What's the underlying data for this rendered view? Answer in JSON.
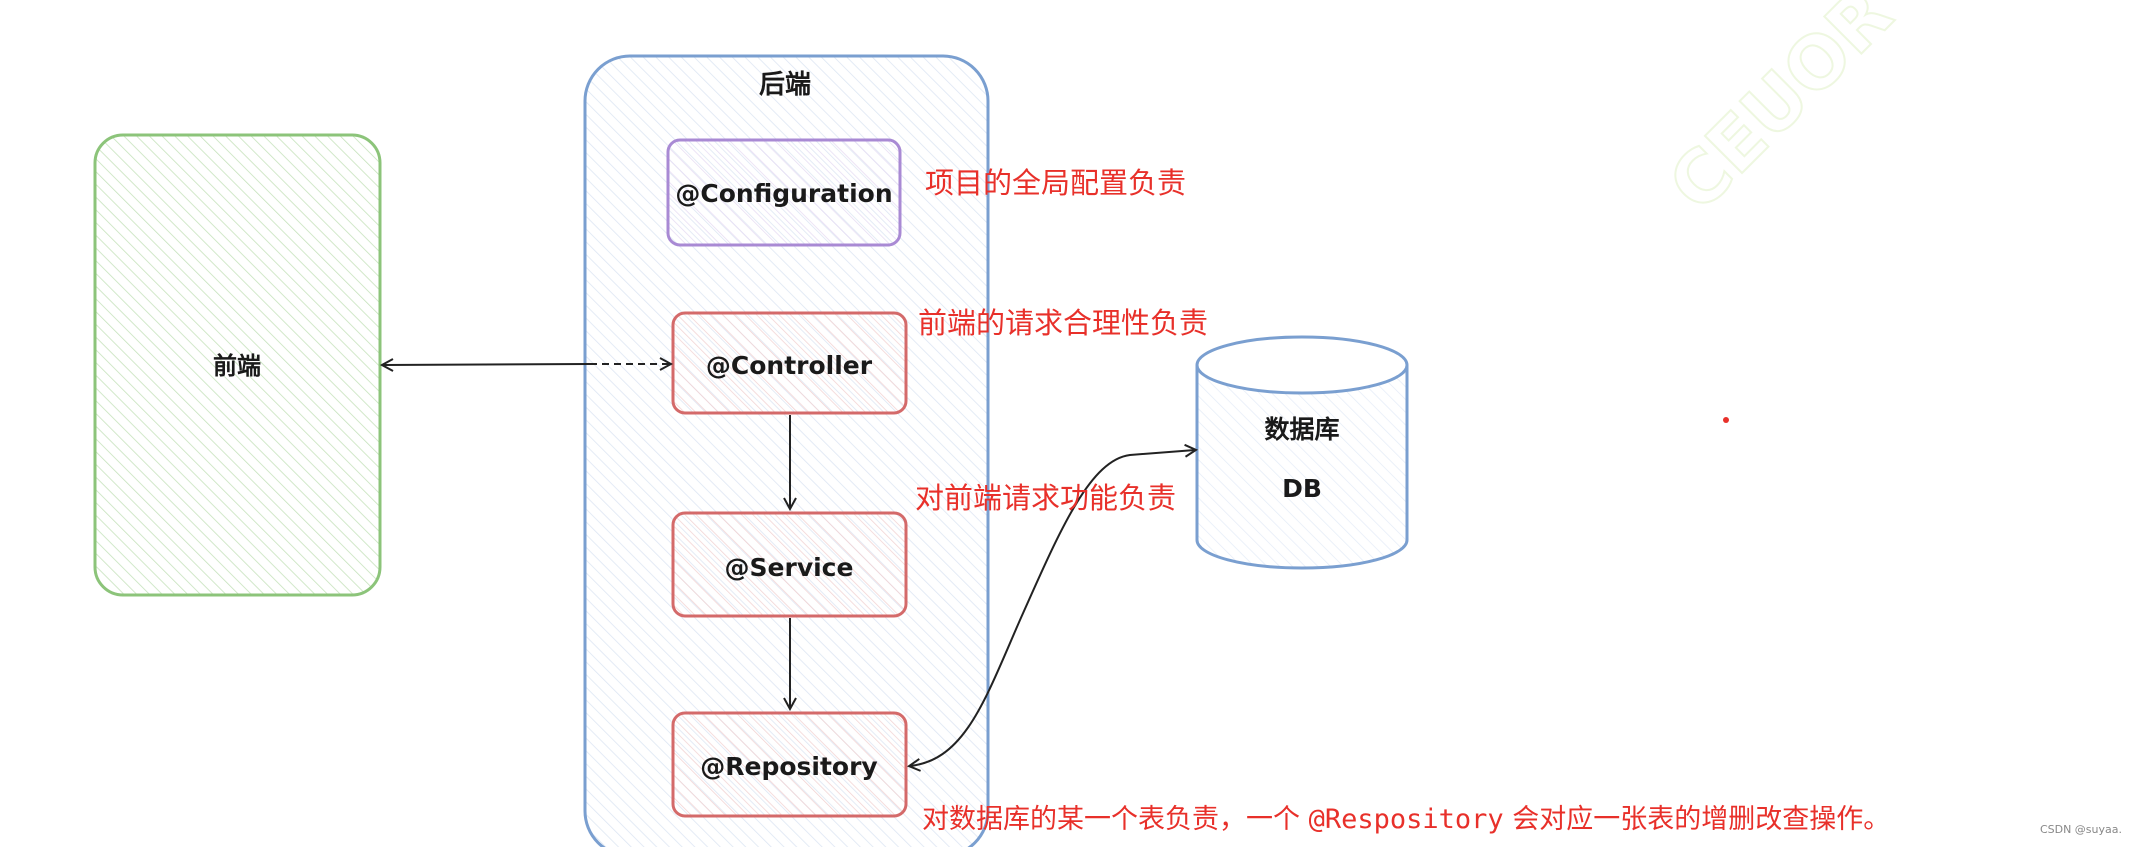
{
  "colors": {
    "frontend_stroke": "#8cc47a",
    "backend_stroke": "#7a9fd0",
    "config_stroke": "#a98ad4",
    "layer_stroke": "#d46a6a",
    "db_stroke": "#7a9fd0",
    "annotation_text": "#e8302a",
    "arrow": "#222222"
  },
  "frontend": {
    "label": "前端"
  },
  "backend": {
    "title": "后端",
    "configuration": "@Configuration",
    "controller": "@Controller",
    "service": "@Service",
    "repository": "@Repository"
  },
  "database": {
    "label": "数据库",
    "sublabel": "DB"
  },
  "annotations": {
    "configuration": "项目的全局配置负责",
    "controller": "前端的请求合理性负责",
    "service": "对前端请求功能负责",
    "repository_prefix": "对数据库的某一个表负责，一个 ",
    "repository_code": "@Respository",
    "repository_suffix": " 会对应一张表的增删改查操作。"
  },
  "watermark": {
    "text": "CEUOR"
  },
  "footer": {
    "credit": "CSDN @suyaa."
  }
}
